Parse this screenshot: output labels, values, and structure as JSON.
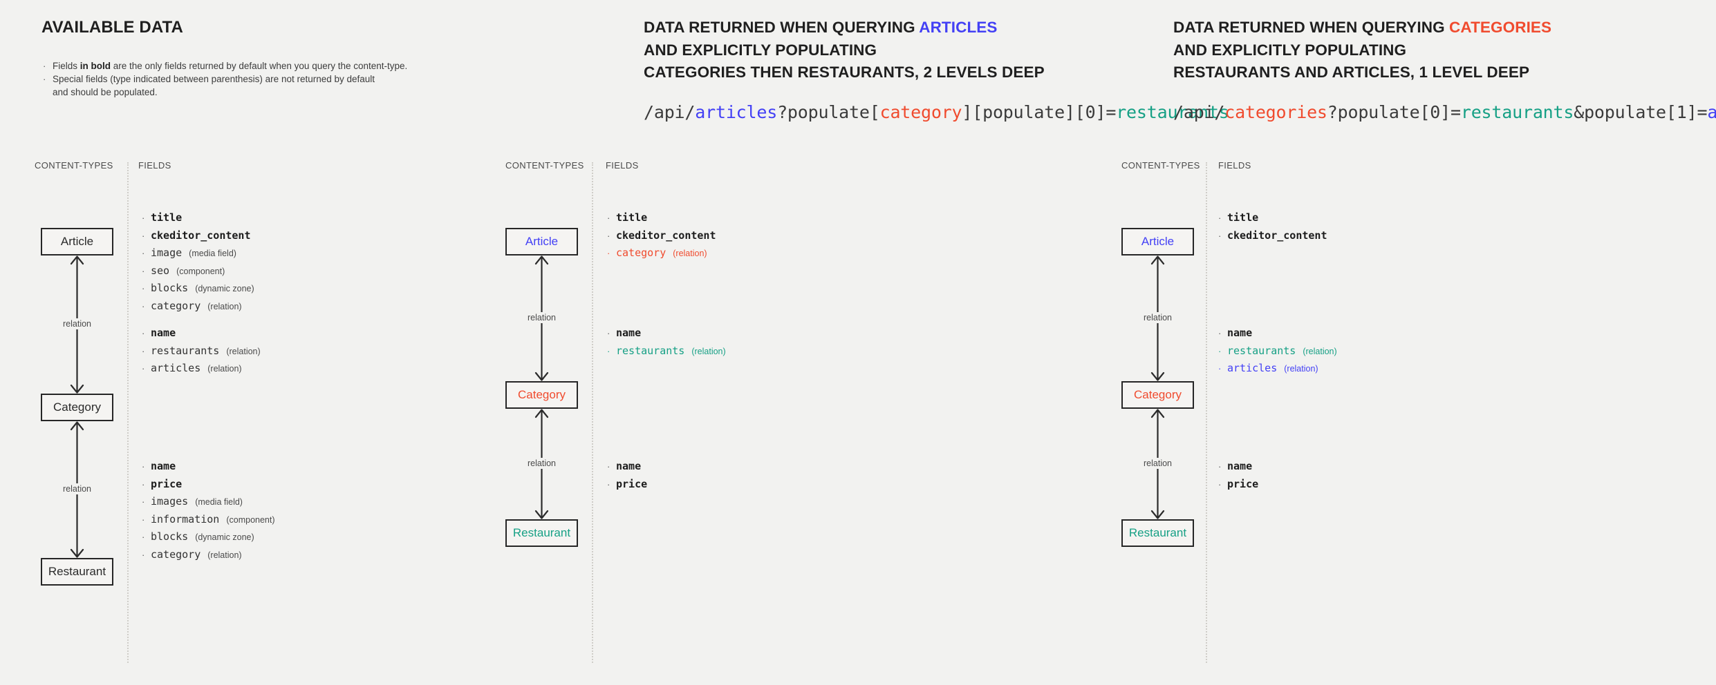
{
  "panels": [
    {
      "id": "available-data",
      "heading_lines": [
        {
          "segments": [
            {
              "text": "AVAILABLE DATA",
              "color": "default"
            }
          ]
        }
      ],
      "heading_style": "large",
      "bullets": [
        {
          "prefix": "Fields ",
          "bold": "in bold",
          "suffix": " are the only fields returned by default when you query the content-type."
        },
        {
          "prefix": "Special fields (type indicated between parenthesis) are not returned by default",
          "bold": "",
          "suffix": "",
          "continuation": "and should be populated."
        }
      ],
      "columns": {
        "content_types": "CONTENT-TYPES",
        "fields": "FIELDS"
      },
      "nodes": [
        {
          "label": "Article",
          "color": "default"
        },
        {
          "label": "Category",
          "color": "default"
        },
        {
          "label": "Restaurant",
          "color": "default"
        }
      ],
      "relations": [
        "relation",
        "relation"
      ],
      "field_groups": [
        [
          {
            "name": "title",
            "type": "",
            "bold": true,
            "color": "default"
          },
          {
            "name": "ckeditor_content",
            "type": "",
            "bold": true,
            "color": "default"
          },
          {
            "name": "image",
            "type": "(media field)",
            "bold": false,
            "color": "default"
          },
          {
            "name": "seo",
            "type": "(component)",
            "bold": false,
            "color": "default"
          },
          {
            "name": "blocks",
            "type": "(dynamic zone)",
            "bold": false,
            "color": "default"
          },
          {
            "name": "category",
            "type": "(relation)",
            "bold": false,
            "color": "default"
          }
        ],
        [
          {
            "name": "name",
            "type": "",
            "bold": true,
            "color": "default"
          },
          {
            "name": "restaurants",
            "type": "(relation)",
            "bold": false,
            "color": "default"
          },
          {
            "name": "articles",
            "type": "(relation)",
            "bold": false,
            "color": "default"
          }
        ],
        [
          {
            "name": "name",
            "type": "",
            "bold": true,
            "color": "default"
          },
          {
            "name": "price",
            "type": "",
            "bold": true,
            "color": "default"
          },
          {
            "name": "images",
            "type": "(media field)",
            "bold": false,
            "color": "default"
          },
          {
            "name": "information",
            "type": "(component)",
            "bold": false,
            "color": "default"
          },
          {
            "name": "blocks",
            "type": "(dynamic zone)",
            "bold": false,
            "color": "default"
          },
          {
            "name": "category",
            "type": "(relation)",
            "bold": false,
            "color": "default"
          }
        ]
      ]
    },
    {
      "id": "querying-articles",
      "heading_lines": [
        {
          "segments": [
            {
              "text": "DATA RETURNED WHEN QUERYING ",
              "color": "default"
            },
            {
              "text": "ARTICLES",
              "color": "blue"
            }
          ]
        },
        {
          "segments": [
            {
              "text": "AND EXPLICITLY POPULATING",
              "color": "default"
            }
          ]
        },
        {
          "segments": [
            {
              "text": "CATEGORIES THEN RESTAURANTS, 2 LEVELS DEEP",
              "color": "default"
            }
          ]
        }
      ],
      "api_tokens": [
        {
          "text": "/api/",
          "color": "default"
        },
        {
          "text": "articles",
          "color": "blue"
        },
        {
          "text": "?populate[",
          "color": "default"
        },
        {
          "text": "category",
          "color": "red"
        },
        {
          "text": "][populate][0]=",
          "color": "default"
        },
        {
          "text": "restaurants",
          "color": "green"
        }
      ],
      "columns": {
        "content_types": "CONTENT-TYPES",
        "fields": "FIELDS"
      },
      "nodes": [
        {
          "label": "Article",
          "color": "blue"
        },
        {
          "label": "Category",
          "color": "red"
        },
        {
          "label": "Restaurant",
          "color": "green"
        }
      ],
      "relations": [
        "relation",
        "relation"
      ],
      "field_groups": [
        [
          {
            "name": "title",
            "type": "",
            "bold": true,
            "color": "default"
          },
          {
            "name": "ckeditor_content",
            "type": "",
            "bold": true,
            "color": "default"
          },
          {
            "name": "category",
            "type": "(relation)",
            "bold": false,
            "color": "red"
          }
        ],
        [
          {
            "name": "name",
            "type": "",
            "bold": true,
            "color": "default"
          },
          {
            "name": "restaurants",
            "type": "(relation)",
            "bold": false,
            "color": "green"
          }
        ],
        [
          {
            "name": "name",
            "type": "",
            "bold": true,
            "color": "default"
          },
          {
            "name": "price",
            "type": "",
            "bold": true,
            "color": "default"
          }
        ]
      ]
    },
    {
      "id": "querying-categories",
      "heading_lines": [
        {
          "segments": [
            {
              "text": "DATA RETURNED WHEN QUERYING ",
              "color": "default"
            },
            {
              "text": "CATEGORIES",
              "color": "red"
            }
          ]
        },
        {
          "segments": [
            {
              "text": "AND EXPLICITLY POPULATING",
              "color": "default"
            }
          ]
        },
        {
          "segments": [
            {
              "text": "RESTAURANTS AND ARTICLES, 1 LEVEL DEEP",
              "color": "default"
            }
          ]
        }
      ],
      "api_tokens": [
        {
          "text": "/api/",
          "color": "default"
        },
        {
          "text": "categories",
          "color": "red"
        },
        {
          "text": "?populate[0]=",
          "color": "default"
        },
        {
          "text": "restaurants",
          "color": "green"
        },
        {
          "text": "&populate[1]=",
          "color": "default"
        },
        {
          "text": "articles",
          "color": "blue"
        }
      ],
      "columns": {
        "content_types": "CONTENT-TYPES",
        "fields": "FIELDS"
      },
      "nodes": [
        {
          "label": "Article",
          "color": "blue"
        },
        {
          "label": "Category",
          "color": "red"
        },
        {
          "label": "Restaurant",
          "color": "green"
        }
      ],
      "relations": [
        "relation",
        "relation"
      ],
      "field_groups": [
        [
          {
            "name": "title",
            "type": "",
            "bold": true,
            "color": "default"
          },
          {
            "name": "ckeditor_content",
            "type": "",
            "bold": true,
            "color": "default"
          }
        ],
        [
          {
            "name": "name",
            "type": "",
            "bold": true,
            "color": "default"
          },
          {
            "name": "restaurants",
            "type": "(relation)",
            "bold": false,
            "color": "green"
          },
          {
            "name": "articles",
            "type": "(relation)",
            "bold": false,
            "color": "blue"
          }
        ],
        [
          {
            "name": "name",
            "type": "",
            "bold": true,
            "color": "default"
          },
          {
            "name": "price",
            "type": "",
            "bold": true,
            "color": "default"
          }
        ]
      ]
    }
  ],
  "colors": {
    "background": "#f2f2f0",
    "blue": "#4340f5",
    "red": "#f04b2e",
    "green": "#16a085",
    "text": "#222222",
    "box_border": "#262626",
    "divider": "#cfcdc8"
  },
  "bullet_glyph": "·"
}
